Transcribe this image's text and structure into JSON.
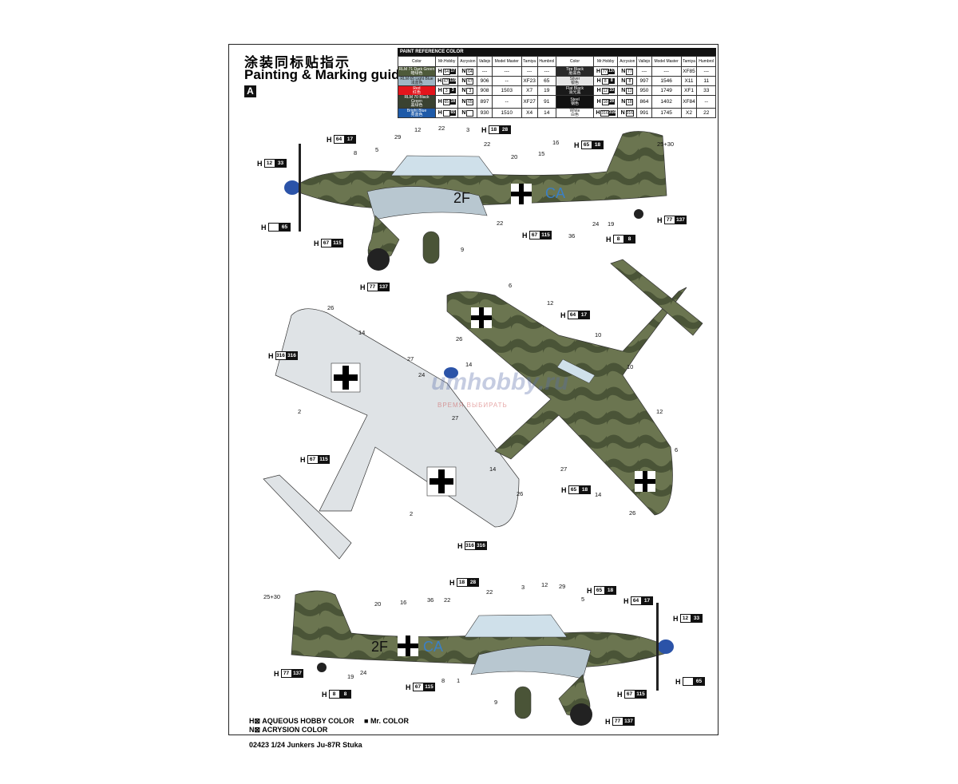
{
  "header": {
    "title_cn": "涂装同标贴指示",
    "title_en": "Painting & Marking guide",
    "scheme": "A"
  },
  "paint_table": {
    "title": "PAINT REFERENCE COLOR",
    "headers": [
      "Color",
      "Mr.Hobby",
      "Acrysion",
      "Vallejo",
      "Model Master",
      "Tamiya",
      "Humbrol"
    ],
    "left": [
      {
        "name": "RLM 71 Dark Green",
        "cn": "暗绿色",
        "color": "#4e5a3a",
        "h": "64",
        "m": "17",
        "n": "64",
        "vallejo": "---",
        "mm": "---",
        "tamiya": "---",
        "humbrol": "---"
      },
      {
        "name": "RLM 65 Light Blue",
        "cn": "浅蓝色",
        "color": "#9fb6c4",
        "h": "67",
        "m": "115",
        "n": "67",
        "vallejo": "906",
        "mm": "--",
        "tamiya": "XF23",
        "humbrol": "65"
      },
      {
        "name": "Red",
        "cn": "红色",
        "color": "#e3151c",
        "h": "3",
        "m": "3",
        "n": "3",
        "vallejo": "908",
        "mm": "1503",
        "tamiya": "X7",
        "humbrol": "19"
      },
      {
        "name": "RLM 70 Black Green",
        "cn": "黑绿色",
        "color": "#3a4231",
        "h": "65",
        "m": "18",
        "n": "65",
        "vallejo": "897",
        "mm": "--",
        "tamiya": "XF27",
        "humbrol": "91"
      },
      {
        "name": "Bright Blue",
        "cn": "亮蓝色",
        "color": "#1e5aa8",
        "h": "",
        "m": "65",
        "n": "",
        "vallejo": "930",
        "mm": "1510",
        "tamiya": "X4",
        "humbrol": "14"
      }
    ],
    "right": [
      {
        "name": "Tire Black",
        "cn": "胎黑色",
        "color": "#2a2a2a",
        "h": "77",
        "m": "137",
        "n": "77",
        "vallejo": "---",
        "mm": "---",
        "tamiya": "XF85",
        "humbrol": "---"
      },
      {
        "name": "Silver",
        "cn": "银色",
        "color": "#e6e6e6",
        "h": "8",
        "m": "8",
        "n": "8",
        "vallejo": "997",
        "mm": "1546",
        "tamiya": "X11",
        "humbrol": "11"
      },
      {
        "name": "Flat Black",
        "cn": "消光黑",
        "color": "#1a1a1a",
        "h": "12",
        "m": "33",
        "n": "12",
        "vallejo": "950",
        "mm": "1749",
        "tamiya": "XF1",
        "humbrol": "33"
      },
      {
        "name": "Steel",
        "cn": "钢色",
        "color": "#111111",
        "h": "18",
        "m": "28",
        "n": "18",
        "vallejo": "864",
        "mm": "1402",
        "tamiya": "XF84",
        "humbrol": "--"
      },
      {
        "name": "White",
        "cn": "白色",
        "color": "#ffffff",
        "h": "316",
        "m": "316",
        "n": "316",
        "vallejo": "991",
        "mm": "1745",
        "tamiya": "X2",
        "humbrol": "22"
      }
    ]
  },
  "callouts": {
    "n": [
      "8",
      "5",
      "29",
      "12",
      "22",
      "3",
      "22",
      "20",
      "15",
      "16",
      "25+30",
      "9",
      "22",
      "36",
      "24",
      "19",
      "26",
      "14",
      "27",
      "24",
      "2",
      "27",
      "14",
      "2",
      "26",
      "6",
      "12",
      "26",
      "14",
      "10",
      "10",
      "12",
      "6",
      "27",
      "14",
      "26",
      "25+30",
      "20",
      "16",
      "36",
      "22",
      "22",
      "3",
      "12",
      "29",
      "5",
      "8",
      "1",
      "19",
      "24",
      "9"
    ],
    "h": [
      {
        "h": "12",
        "m": "33"
      },
      {
        "h": "64",
        "m": "17"
      },
      {
        "h": "18",
        "m": "28"
      },
      {
        "h": "65",
        "m": "18"
      },
      {
        "h": "",
        "m": "65"
      },
      {
        "h": "67",
        "m": "115"
      },
      {
        "h": "77",
        "m": "137"
      },
      {
        "h": "67",
        "m": "115"
      },
      {
        "h": "8",
        "m": "8"
      },
      {
        "h": "77",
        "m": "137"
      },
      {
        "h": "316",
        "m": "316"
      },
      {
        "h": "67",
        "m": "115"
      },
      {
        "h": "316",
        "m": "316"
      },
      {
        "h": "64",
        "m": "17"
      },
      {
        "h": "65",
        "m": "18"
      },
      {
        "h": "18",
        "m": "28"
      },
      {
        "h": "65",
        "m": "18"
      },
      {
        "h": "64",
        "m": "17"
      },
      {
        "h": "12",
        "m": "33"
      },
      {
        "h": "77",
        "m": "137"
      },
      {
        "h": "8",
        "m": "8"
      },
      {
        "h": "67",
        "m": "115"
      },
      {
        "h": "67",
        "m": "115"
      },
      {
        "h": "",
        "m": "65"
      },
      {
        "h": "77",
        "m": "137"
      }
    ],
    "h_prefix": "H"
  },
  "markings": {
    "code_left": "2F",
    "code_right": "CA"
  },
  "legend": {
    "h_label": "AQUEOUS HOBBY COLOR",
    "mr_label": "Mr. COLOR",
    "n_label": "ACRYSION COLOR",
    "h": "H",
    "n": "N"
  },
  "footer": "02423  1/24  Junkers Ju-87R Stuka",
  "watermark": {
    "main": "umhobby.ru",
    "sub": "ВРЕМЯ ВЫБИРАТЬ"
  }
}
